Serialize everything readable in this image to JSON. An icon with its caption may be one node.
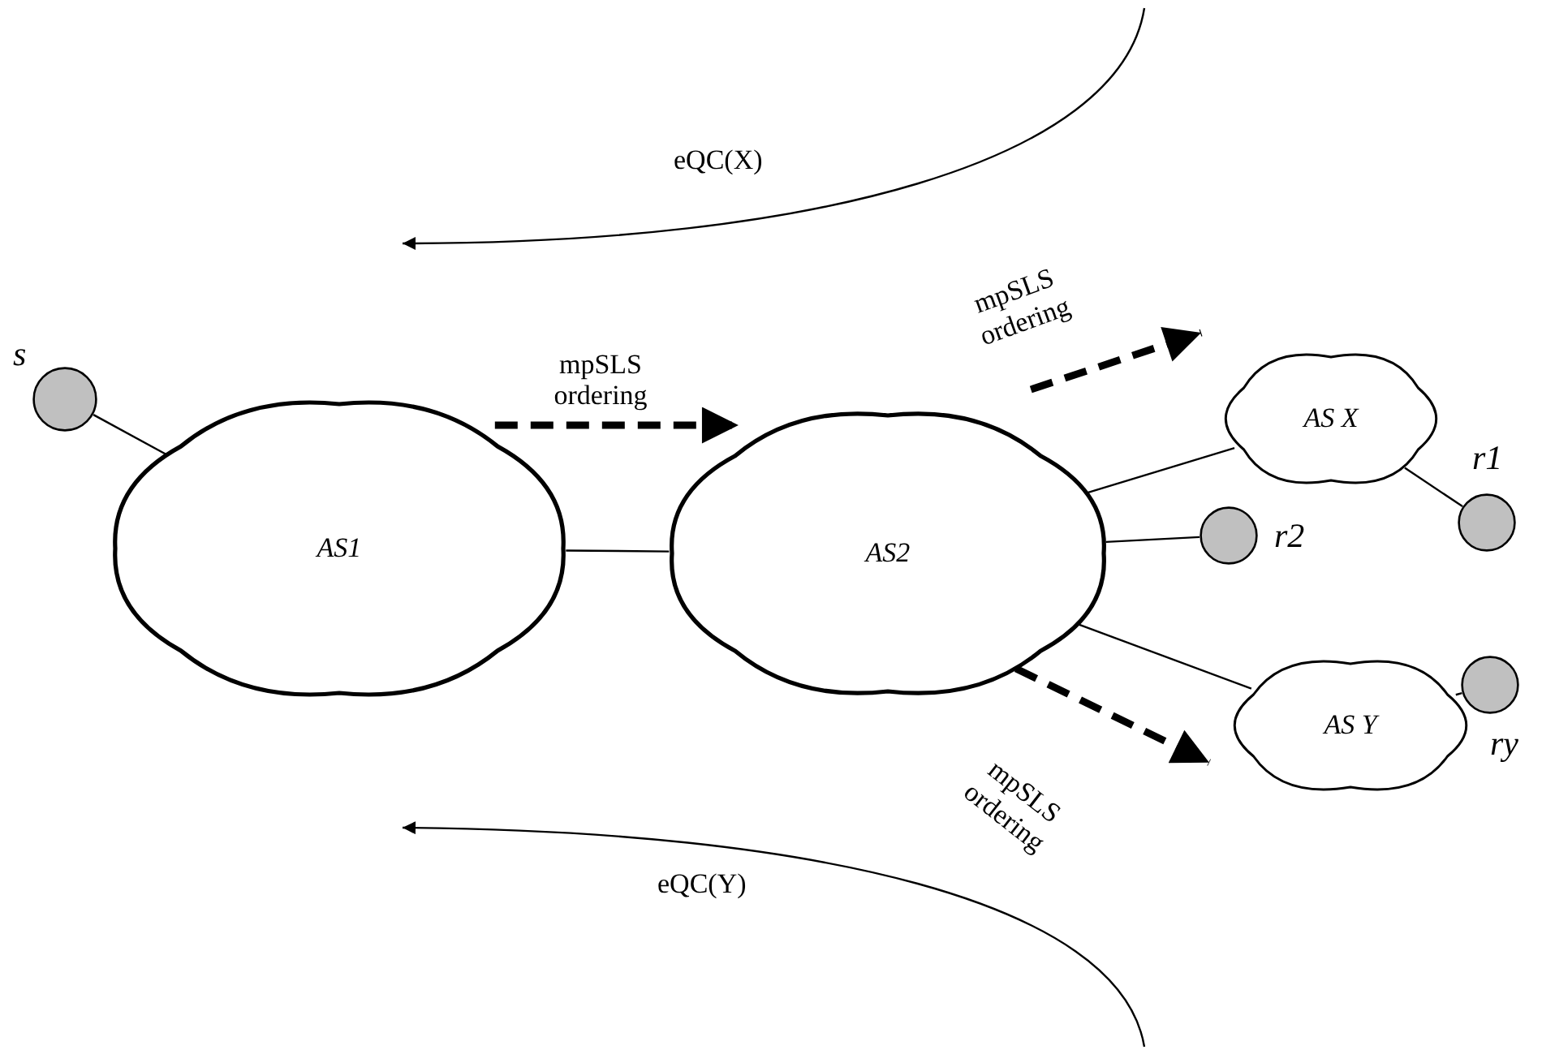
{
  "diagram": {
    "nodes": [
      {
        "text": [
          "AS1"
        ]
      },
      {
        "text": [
          "AS2"
        ]
      },
      {
        "text": [
          "AS X"
        ]
      },
      {
        "text": [
          "AS Y"
        ]
      },
      {
        "text": [],
        "shape": "circle",
        "beside": [
          "s"
        ]
      },
      {
        "text": [],
        "shape": "circle",
        "beside": [
          "r2"
        ]
      },
      {
        "text": [],
        "shape": "circle",
        "beside": [
          "r1"
        ]
      },
      {
        "text": [],
        "shape": "circle",
        "beside": [
          "ry"
        ]
      }
    ],
    "edges": [
      {
        "from": 4,
        "to": 0,
        "arrow": "none"
      },
      {
        "from": 0,
        "to": 1,
        "arrow": "none"
      },
      {
        "from": 1,
        "to": 2,
        "arrow": "none"
      },
      {
        "from": 1,
        "to": 5,
        "arrow": "none"
      },
      {
        "from": 1,
        "to": 3,
        "arrow": "none"
      },
      {
        "from": 2,
        "to": 6,
        "arrow": "none"
      },
      {
        "from": 3,
        "to": 7,
        "arrow": "none"
      },
      {
        "from": 0,
        "to": 1,
        "arrow": "to",
        "style": "dashed",
        "label": "mpSLS ordering"
      },
      {
        "from": 1,
        "to": 2,
        "arrow": "to",
        "style": "dashed",
        "label": "mpSLS ordering"
      },
      {
        "from": 1,
        "to": 3,
        "arrow": "to",
        "style": "dashed",
        "label": "mpSLS ordering"
      }
    ],
    "labels": [
      "eQC(X)",
      "eQC(Y)"
    ]
  }
}
